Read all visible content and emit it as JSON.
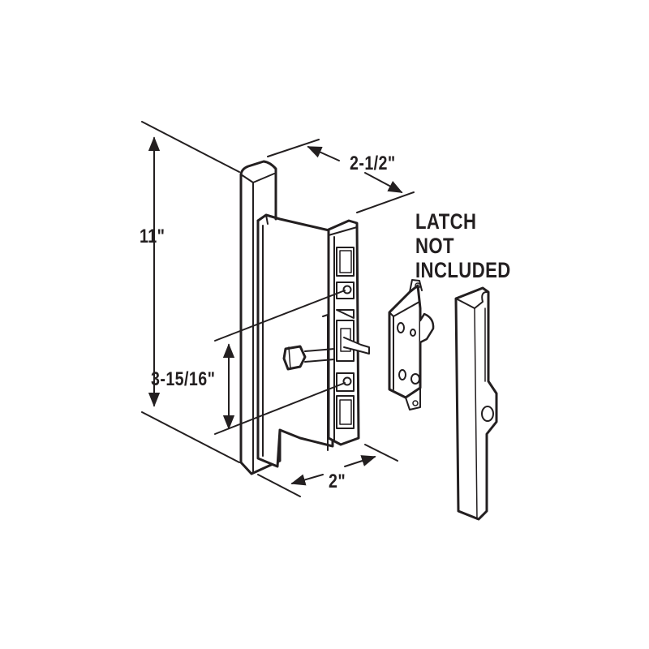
{
  "diagram": {
    "subject": "Sliding door handle set with dimensions",
    "colors": {
      "line": "#231f20",
      "fill": "#ffffff"
    },
    "dimensions": {
      "height": "11\"",
      "depth": "2-1/2\"",
      "hole_spacing": "3-15/16\"",
      "width": "2\""
    },
    "note": {
      "line1": "LATCH",
      "line2": "NOT",
      "line3": "INCLUDED"
    },
    "parts": [
      {
        "name": "Outside pull handle",
        "id": "outside-handle"
      },
      {
        "name": "Inside handle with lock lever",
        "id": "inside-handle"
      },
      {
        "name": "Latch (not included)",
        "id": "latch"
      },
      {
        "name": "Keeper / strike",
        "id": "keeper"
      }
    ]
  }
}
